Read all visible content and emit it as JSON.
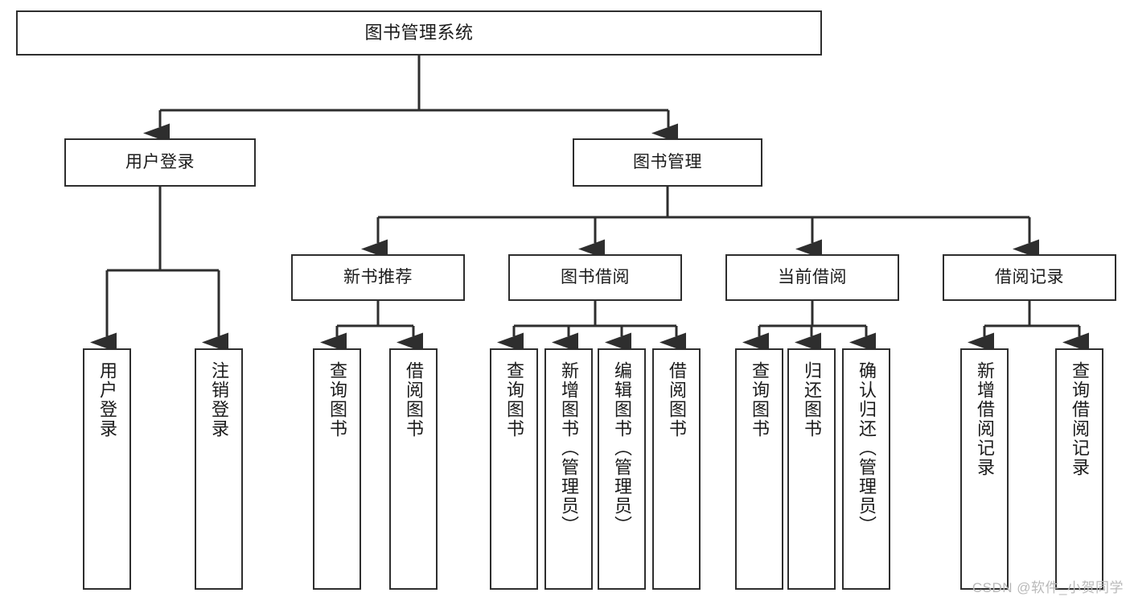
{
  "diagram": {
    "type": "tree-hierarchy-chart",
    "title": "图书管理系统",
    "background_color": "#ffffff",
    "box_border_color": "#2e2e2e",
    "connector_color": "#2e2e2e",
    "text_color": "#1b1b1b"
  },
  "nodes": {
    "root": {
      "label": "图书管理系统"
    },
    "level1": [
      {
        "label": "用户登录"
      },
      {
        "label": "图书管理"
      }
    ],
    "level2": [
      {
        "label": "新书推荐"
      },
      {
        "label": "图书借阅"
      },
      {
        "label": "当前借阅"
      },
      {
        "label": "借阅记录"
      }
    ],
    "leaves": {
      "user_login": [
        {
          "label": "用户登录"
        },
        {
          "label": "注销登录"
        }
      ],
      "new_book_recommend": [
        {
          "label": "查询图书"
        },
        {
          "label": "借阅图书"
        }
      ],
      "book_borrow": [
        {
          "label": "查询图书"
        },
        {
          "label": "新增图书（管理员）"
        },
        {
          "label": "编辑图书（管理员）"
        },
        {
          "label": "借阅图书"
        }
      ],
      "current_borrow": [
        {
          "label": "查询图书"
        },
        {
          "label": "归还图书"
        },
        {
          "label": "确认归还（管理员）"
        }
      ],
      "borrow_record": [
        {
          "label": "新增借阅记录"
        },
        {
          "label": "查询借阅记录"
        }
      ]
    }
  },
  "watermark": {
    "text": "CSDN @软件_小贺同学"
  }
}
